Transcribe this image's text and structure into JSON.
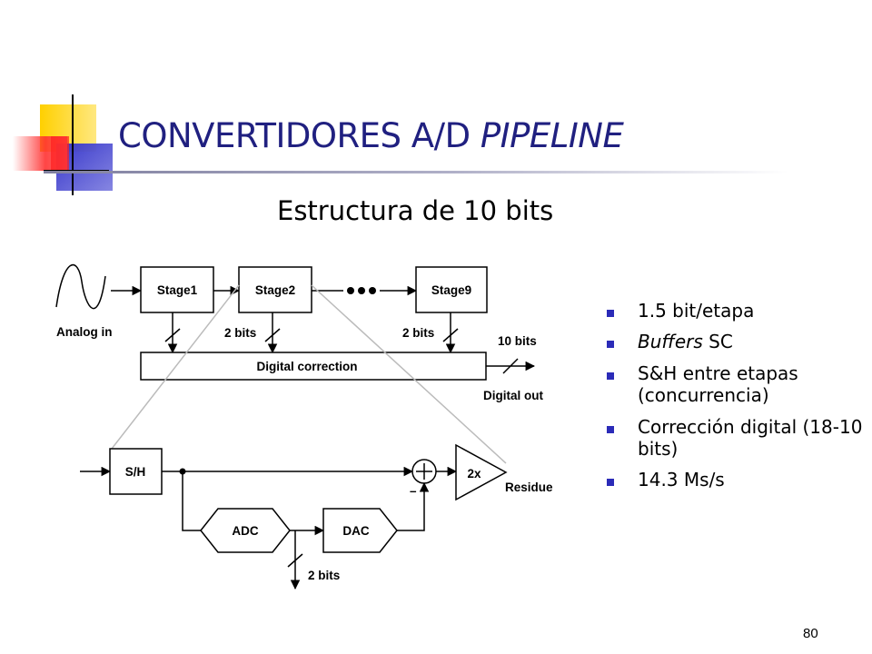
{
  "slide": {
    "title_main": "CONVERTIDORES A/D ",
    "title_italic": "PIPELINE",
    "subtitle": "Estructura de 10 bits",
    "page_number": "80"
  },
  "diagram": {
    "analog_in": "Analog in",
    "stage1": "Stage1",
    "stage2": "Stage2",
    "stage9": "Stage9",
    "bits_2a": "2 bits",
    "bits_2b": "2 bits",
    "bits_10": "10 bits",
    "digital_correction": "Digital correction",
    "digital_out": "Digital out",
    "sh": "S/H",
    "gain": "2x",
    "residue": "Residue",
    "adc": "ADC",
    "dac": "DAC",
    "minus": "–",
    "bits_bottom": "2 bits"
  },
  "bullets": [
    {
      "text": "1.5 bit/etapa"
    },
    {
      "italic": "Buffers",
      "text": " SC"
    },
    {
      "text": "S&H entre etapas (concurrencia)"
    },
    {
      "text": "Corrección digital (18-10 bits)"
    },
    {
      "text": "14.3 Ms/s"
    }
  ],
  "colors": {
    "title": "#202080",
    "bullet": "#2b2bb8",
    "logo_yellow": "#ffd000",
    "logo_red": "#ff3030",
    "logo_blue": "#2d2dc8"
  },
  "icons": {
    "logo": "decorative-squares-logo",
    "bullet": "square-bullet-icon"
  }
}
